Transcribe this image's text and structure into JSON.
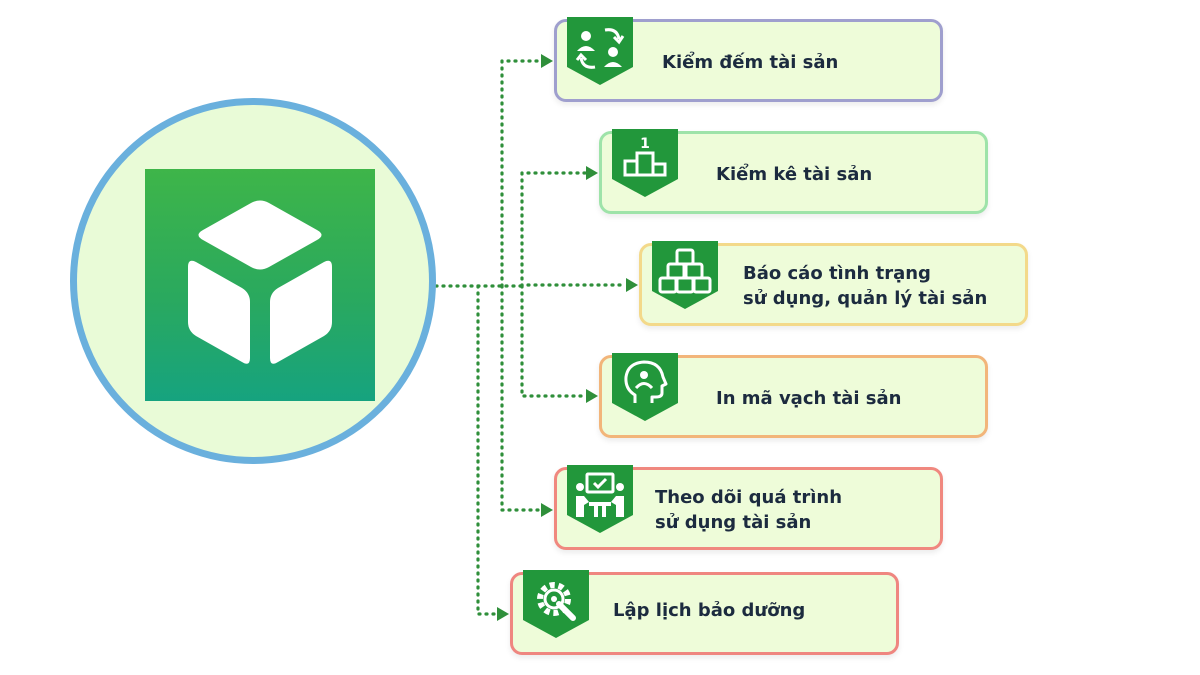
{
  "colors": {
    "connector": "#2f8f3a",
    "badge": "#22973b",
    "card_fill": "#eefcd9",
    "hub_fill": "#e9fbd7",
    "hub_ring": "#6ab0dd"
  },
  "hub": {
    "icon": "cube-icon"
  },
  "cards": [
    {
      "label": "Kiểm đếm tài sản",
      "icon": "people-swap-icon",
      "border": "#9f9fce"
    },
    {
      "label": "Kiểm kê tài sản",
      "icon": "podium-icon",
      "border": "#9ee3a9"
    },
    {
      "label": "Báo cáo tình trạng\nsử dụng, quản lý tài sản",
      "icon": "stacked-boxes-icon",
      "border": "#f3d98a"
    },
    {
      "label": "In mã vạch tài sản",
      "icon": "head-person-icon",
      "border": "#f2b57a"
    },
    {
      "label": "Theo dõi quá trình\nsử dụng tài sản",
      "icon": "team-board-icon",
      "border": "#f0887f"
    },
    {
      "label": "Lập lịch bảo dưỡng",
      "icon": "gear-wrench-icon",
      "border": "#ef8680"
    }
  ]
}
